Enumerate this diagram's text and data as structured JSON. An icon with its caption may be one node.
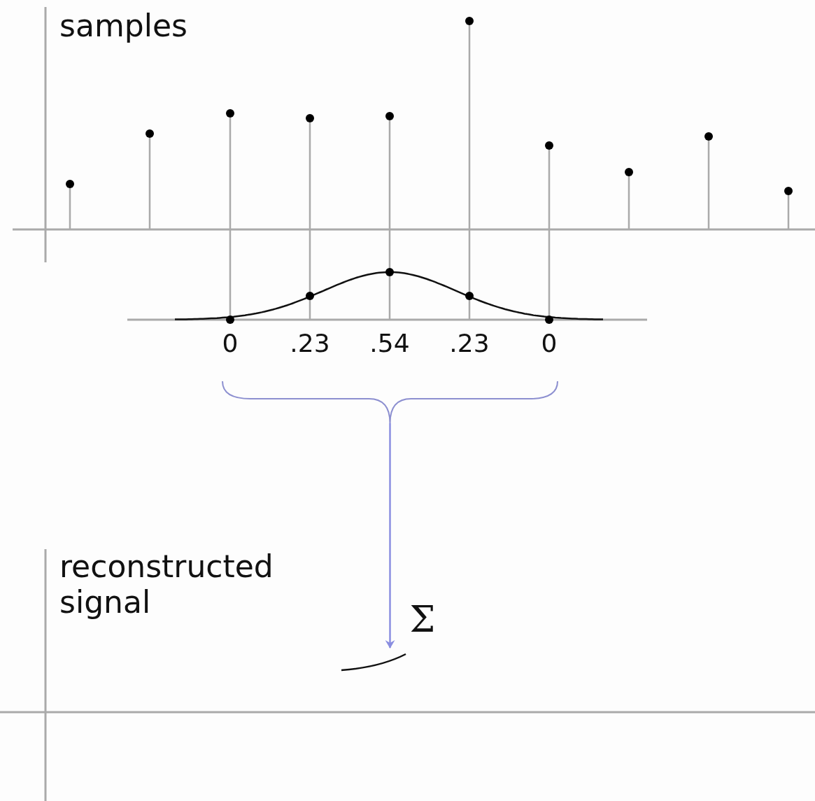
{
  "diagram": {
    "nodes": [
      {
        "text": [],
        "shape": "bracket"
      },
      {
        "text": [],
        "shape": "curve"
      }
    ],
    "edges": [
      {
        "from": 0,
        "to": 1,
        "arrow": "to",
        "label": "Σ"
      }
    ],
    "labels": [
      "samples",
      "0",
      ".23",
      ".54",
      ".23",
      "0",
      "reconstructed signal"
    ]
  }
}
